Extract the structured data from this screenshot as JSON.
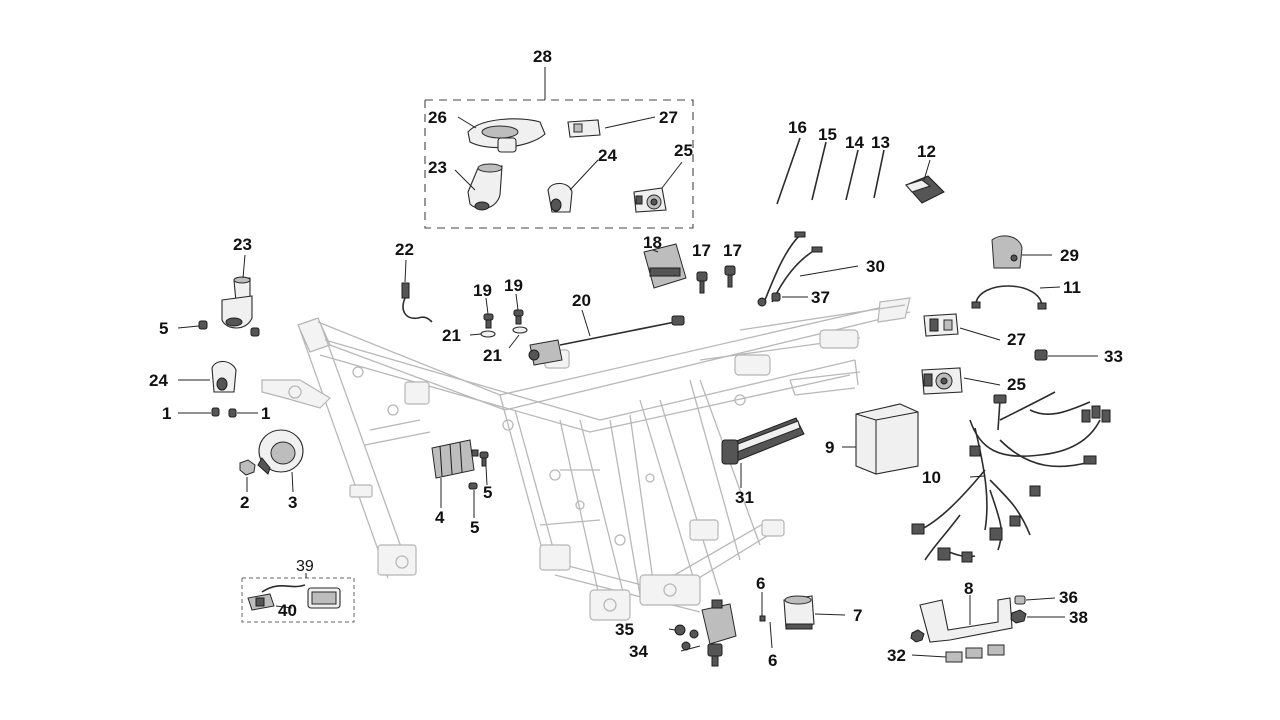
{
  "callouts": [
    {
      "id": "c28",
      "text": "28"
    },
    {
      "id": "c26",
      "text": "26"
    },
    {
      "id": "c27a",
      "text": "27"
    },
    {
      "id": "c23a",
      "text": "23"
    },
    {
      "id": "c24a",
      "text": "24"
    },
    {
      "id": "c25a",
      "text": "25"
    },
    {
      "id": "c16",
      "text": "16"
    },
    {
      "id": "c15",
      "text": "15"
    },
    {
      "id": "c14",
      "text": "14"
    },
    {
      "id": "c13",
      "text": "13"
    },
    {
      "id": "c12",
      "text": "12"
    },
    {
      "id": "c22",
      "text": "22"
    },
    {
      "id": "c18",
      "text": "18"
    },
    {
      "id": "c17a",
      "text": "17"
    },
    {
      "id": "c17b",
      "text": "17"
    },
    {
      "id": "c30",
      "text": "30"
    },
    {
      "id": "c37",
      "text": "37"
    },
    {
      "id": "c29",
      "text": "29"
    },
    {
      "id": "c11",
      "text": "11"
    },
    {
      "id": "c23b",
      "text": "23"
    },
    {
      "id": "c19a",
      "text": "19"
    },
    {
      "id": "c19b",
      "text": "19"
    },
    {
      "id": "c20",
      "text": "20"
    },
    {
      "id": "c21a",
      "text": "21"
    },
    {
      "id": "c21b",
      "text": "21"
    },
    {
      "id": "c5a",
      "text": "5"
    },
    {
      "id": "c27b",
      "text": "27"
    },
    {
      "id": "c33",
      "text": "33"
    },
    {
      "id": "c24b",
      "text": "24"
    },
    {
      "id": "c25b",
      "text": "25"
    },
    {
      "id": "c1a",
      "text": "1"
    },
    {
      "id": "c1b",
      "text": "1"
    },
    {
      "id": "c9",
      "text": "9"
    },
    {
      "id": "c10",
      "text": "10"
    },
    {
      "id": "c2",
      "text": "2"
    },
    {
      "id": "c3",
      "text": "3"
    },
    {
      "id": "c4",
      "text": "4"
    },
    {
      "id": "c5b",
      "text": "5"
    },
    {
      "id": "c5c",
      "text": "5"
    },
    {
      "id": "c31",
      "text": "31"
    },
    {
      "id": "c39",
      "text": "39"
    },
    {
      "id": "c40",
      "text": "40"
    },
    {
      "id": "c6a",
      "text": "6"
    },
    {
      "id": "c6b",
      "text": "6"
    },
    {
      "id": "c7",
      "text": "7"
    },
    {
      "id": "c8",
      "text": "8"
    },
    {
      "id": "c36",
      "text": "36"
    },
    {
      "id": "c38",
      "text": "38"
    },
    {
      "id": "c32",
      "text": "32"
    },
    {
      "id": "c35",
      "text": "35"
    },
    {
      "id": "c34",
      "text": "34"
    }
  ]
}
